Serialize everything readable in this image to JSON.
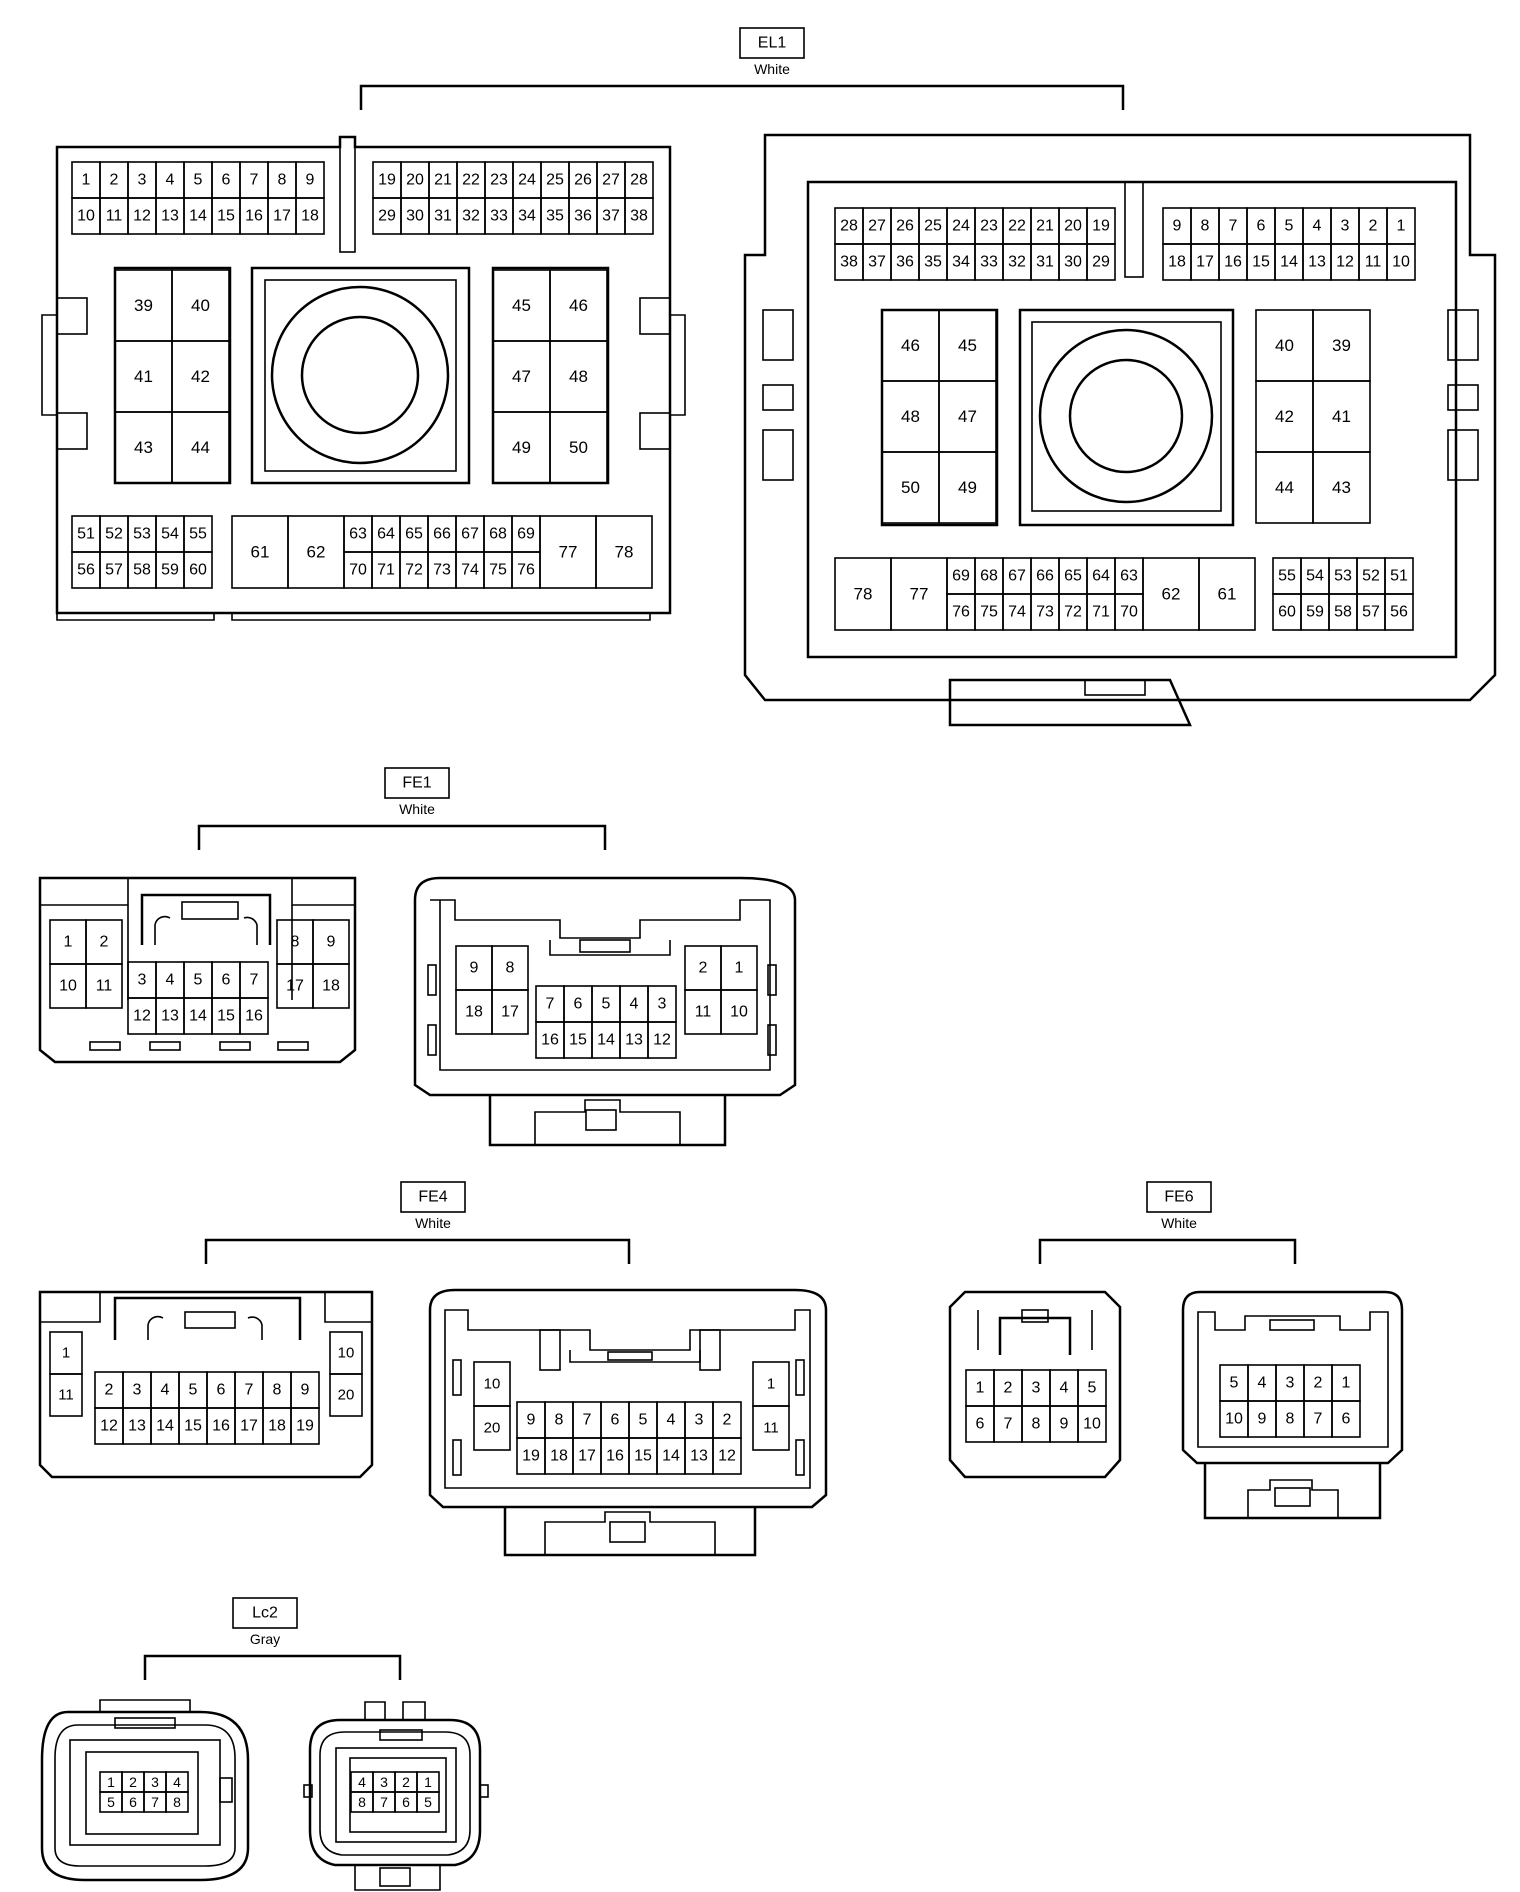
{
  "connectors": [
    {
      "id": "EL1",
      "code": "EL1",
      "color": "White",
      "views": [
        {
          "rows": [
            [
              "1",
              "2",
              "3",
              "4",
              "5",
              "6",
              "7",
              "8",
              "9"
            ],
            [
              "10",
              "11",
              "12",
              "13",
              "14",
              "15",
              "16",
              "17",
              "18"
            ],
            [
              "19",
              "20",
              "21",
              "22",
              "23",
              "24",
              "25",
              "26",
              "27",
              "28"
            ],
            [
              "29",
              "30",
              "31",
              "32",
              "33",
              "34",
              "35",
              "36",
              "37",
              "38"
            ],
            [
              "39",
              "40",
              "41",
              "42",
              "43",
              "44"
            ],
            [
              "45",
              "46",
              "47",
              "48",
              "49",
              "50"
            ],
            [
              "51",
              "52",
              "53",
              "54",
              "55"
            ],
            [
              "56",
              "57",
              "58",
              "59",
              "60"
            ],
            [
              "61",
              "62",
              "63",
              "64",
              "65",
              "66",
              "67",
              "68",
              "69",
              "77",
              "78"
            ],
            [
              "70",
              "71",
              "72",
              "73",
              "74",
              "75",
              "76"
            ]
          ]
        },
        {
          "rows": [
            [
              "28",
              "27",
              "26",
              "25",
              "24",
              "23",
              "22",
              "21",
              "20",
              "19"
            ],
            [
              "38",
              "37",
              "36",
              "35",
              "34",
              "33",
              "32",
              "31",
              "30",
              "29"
            ],
            [
              "9",
              "8",
              "7",
              "6",
              "5",
              "4",
              "3",
              "2",
              "1"
            ],
            [
              "18",
              "17",
              "16",
              "15",
              "14",
              "13",
              "12",
              "11",
              "10"
            ],
            [
              "46",
              "45",
              "48",
              "47",
              "50",
              "49"
            ],
            [
              "40",
              "39",
              "42",
              "41",
              "44",
              "43"
            ],
            [
              "78",
              "77",
              "69",
              "68",
              "67",
              "66",
              "65",
              "64",
              "63",
              "62",
              "61"
            ],
            [
              "76",
              "75",
              "74",
              "73",
              "72",
              "71",
              "70"
            ],
            [
              "55",
              "54",
              "53",
              "52",
              "51"
            ],
            [
              "60",
              "59",
              "58",
              "57",
              "56"
            ]
          ]
        }
      ]
    },
    {
      "id": "FE1",
      "code": "FE1",
      "color": "White",
      "views": [
        {
          "rows": [
            [
              "1",
              "2",
              "8",
              "9"
            ],
            [
              "10",
              "11",
              "17",
              "18"
            ],
            [
              "3",
              "4",
              "5",
              "6",
              "7"
            ],
            [
              "12",
              "13",
              "14",
              "15",
              "16"
            ]
          ]
        },
        {
          "rows": [
            [
              "9",
              "8",
              "2",
              "1"
            ],
            [
              "18",
              "17",
              "11",
              "10"
            ],
            [
              "7",
              "6",
              "5",
              "4",
              "3"
            ],
            [
              "16",
              "15",
              "14",
              "13",
              "12"
            ]
          ]
        }
      ]
    },
    {
      "id": "FE4",
      "code": "FE4",
      "color": "White",
      "views": [
        {
          "rows": [
            [
              "1",
              "11",
              "10",
              "20"
            ],
            [
              "2",
              "3",
              "4",
              "5",
              "6",
              "7",
              "8",
              "9"
            ],
            [
              "12",
              "13",
              "14",
              "15",
              "16",
              "17",
              "18",
              "19"
            ]
          ]
        },
        {
          "rows": [
            [
              "10",
              "20",
              "1",
              "11"
            ],
            [
              "9",
              "8",
              "7",
              "6",
              "5",
              "4",
              "3",
              "2"
            ],
            [
              "19",
              "18",
              "17",
              "16",
              "15",
              "14",
              "13",
              "12"
            ]
          ]
        }
      ]
    },
    {
      "id": "FE6",
      "code": "FE6",
      "color": "White",
      "views": [
        {
          "rows": [
            [
              "1",
              "2",
              "3",
              "4",
              "5"
            ],
            [
              "6",
              "7",
              "8",
              "9",
              "10"
            ]
          ]
        },
        {
          "rows": [
            [
              "5",
              "4",
              "3",
              "2",
              "1"
            ],
            [
              "10",
              "9",
              "8",
              "7",
              "6"
            ]
          ]
        }
      ]
    },
    {
      "id": "Lc2",
      "code": "Lc2",
      "color": "Gray",
      "views": [
        {
          "rows": [
            [
              "1",
              "2",
              "3",
              "4"
            ],
            [
              "5",
              "6",
              "7",
              "8"
            ]
          ]
        },
        {
          "rows": [
            [
              "4",
              "3",
              "2",
              "1"
            ],
            [
              "8",
              "7",
              "6",
              "5"
            ]
          ]
        }
      ]
    }
  ]
}
